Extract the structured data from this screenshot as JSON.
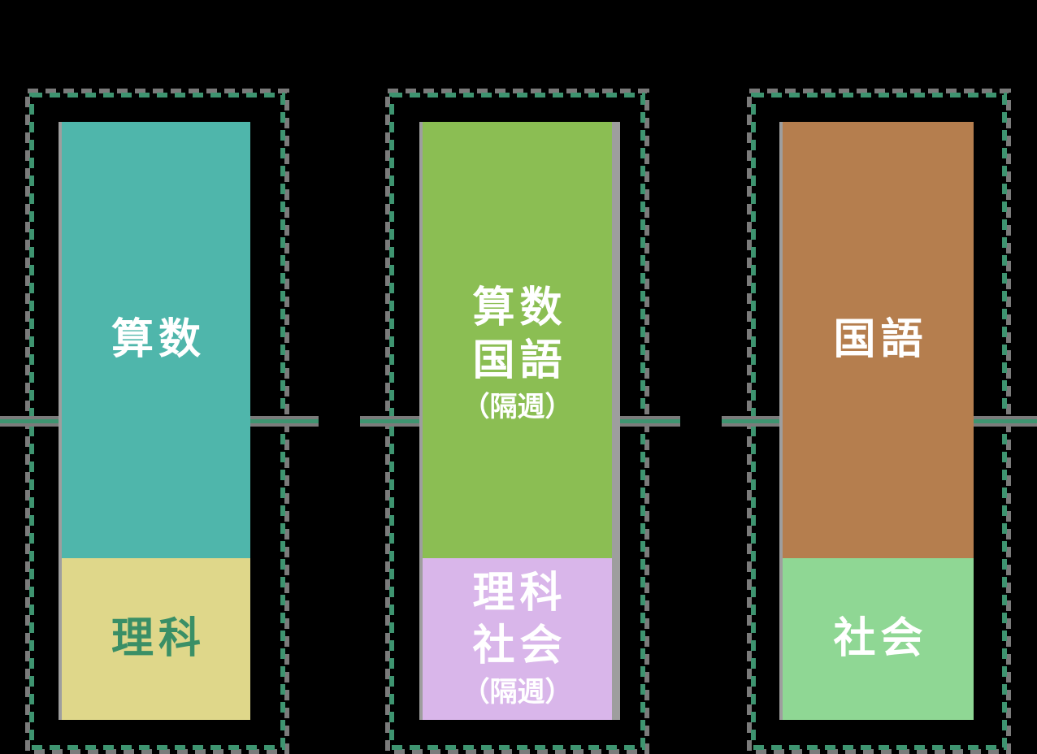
{
  "colors": {
    "background": "#000000",
    "dash_teal": "#3E9470",
    "dash_gray": "#7B7B7B",
    "connector_teal": "#3E9470",
    "connector_gray": "#7B7B7B",
    "bar_edge_gray": "#9E9E9E"
  },
  "panels": [
    {
      "id": "panel-1",
      "top": {
        "line1": "算数",
        "bg": "#4FB6AB",
        "fg": "#FFFFFF",
        "height_pct": 72.9
      },
      "bottom": {
        "line1": "理科",
        "bg": "#DFD78A",
        "fg": "#3A8F66",
        "height_pct": 27.1
      }
    },
    {
      "id": "panel-2",
      "top": {
        "line1": "算数",
        "line2": "国語",
        "note": "（隔週）",
        "bg": "#8BBE53",
        "fg": "#FFFFFF",
        "height_pct": 72.9
      },
      "bottom": {
        "line1": "理科",
        "line2": "社会",
        "note": "（隔週）",
        "bg": "#D9B6EA",
        "fg": "#FFFFFF",
        "height_pct": 27.1
      }
    },
    {
      "id": "panel-3",
      "top": {
        "line1": "国語",
        "bg": "#B57E4E",
        "fg": "#FFFFFF",
        "height_pct": 72.9
      },
      "bottom": {
        "line1": "社会",
        "bg": "#8FD794",
        "fg": "#FFFFFF",
        "height_pct": 27.1
      }
    }
  ]
}
